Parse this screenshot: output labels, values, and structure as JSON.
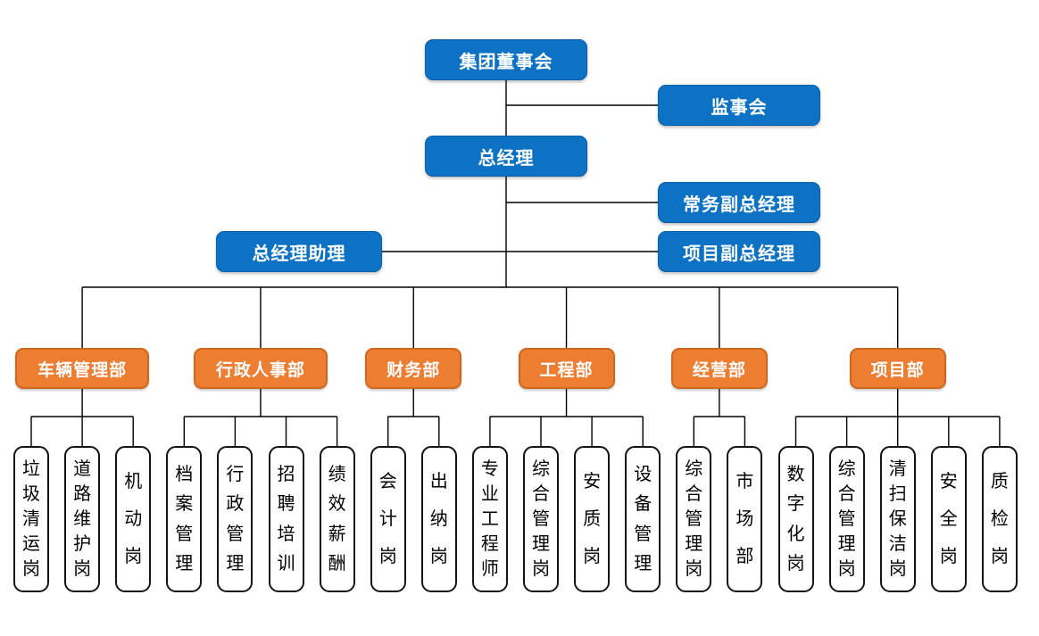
{
  "colors": {
    "primary_blue": "#0d72c4",
    "accent_orange": "#ed7d31",
    "accent_orange_border": "#cd681e",
    "connector_line": "#000000",
    "post_border": "#141414"
  },
  "nodes": {
    "board": {
      "label": "集团董事会"
    },
    "supervisory": {
      "label": "监事会"
    },
    "gm": {
      "label": "总经理"
    },
    "exec_deputy_gm": {
      "label": "常务副总经理"
    },
    "project_deputy_gm": {
      "label": "项目副总经理"
    },
    "gm_assistant": {
      "label": "总经理助理"
    },
    "departments": [
      {
        "label": "车辆管理部",
        "posts": [
          "垃圾清运岗",
          "道路维护岗",
          "机动岗"
        ]
      },
      {
        "label": "行政人事部",
        "posts": [
          "档案管理",
          "行政管理",
          "招聘培训",
          "绩效薪酬"
        ]
      },
      {
        "label": "财务部",
        "posts": [
          "会计岗",
          "出纳岗"
        ]
      },
      {
        "label": "工程部",
        "posts": [
          "专业工程师",
          "综合管理岗",
          "安质岗",
          "设备管理"
        ]
      },
      {
        "label": "经营部",
        "posts": [
          "综合管理岗",
          "市场部"
        ]
      },
      {
        "label": "项目部",
        "posts": [
          "数字化岗",
          "综合管理岗",
          "清扫保洁岗",
          "安全岗",
          "质检岗"
        ]
      }
    ]
  }
}
